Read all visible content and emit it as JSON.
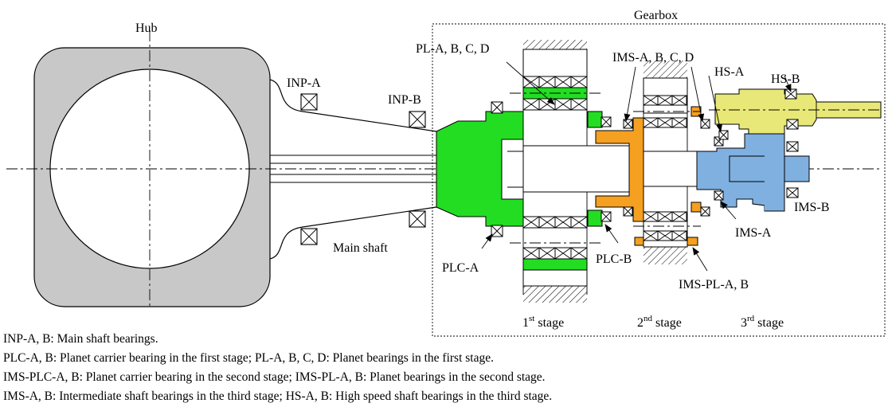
{
  "labels": {
    "hub": "Hub",
    "gearbox": "Gearbox",
    "inp_a": "INP-A",
    "inp_b": "INP-B",
    "main_shaft": "Main shaft",
    "pl": "PL-A, B, C, D",
    "plc_a": "PLC-A",
    "plc_b": "PLC-B",
    "ims": "IMS-A, B, C, D",
    "ims_a": "IMS-A",
    "ims_b": "IMS-B",
    "ims_pl": "IMS-PL-A, B",
    "hs_a": "HS-A",
    "hs_b": "HS-B"
  },
  "stages": {
    "s1_num": "1",
    "s1_sup": "st",
    "s1_txt": " stage",
    "s2_num": "2",
    "s2_sup": "nd",
    "s2_txt": " stage",
    "s3_num": "3",
    "s3_sup": "rd",
    "s3_txt": " stage"
  },
  "caption": [
    "INP-A, B: Main shaft bearings.",
    "PLC-A, B: Planet carrier bearing in the first stage; PL-A, B, C, D: Planet bearings in the first stage.",
    "IMS-PLC-A, B: Planet carrier bearing in the second stage; IMS-PL-A, B: Planet bearings in the second stage.",
    "IMS-A, B: Intermediate shaft bearings in the third stage; HS-A, B: High speed shaft bearings in the third stage."
  ],
  "colors": {
    "hub": "#c8c8c8",
    "stage1": "#22dd22",
    "stage2": "#f5a020",
    "stage3_shaft": "#7fb0e0",
    "hs_shaft": "#e8e878"
  }
}
